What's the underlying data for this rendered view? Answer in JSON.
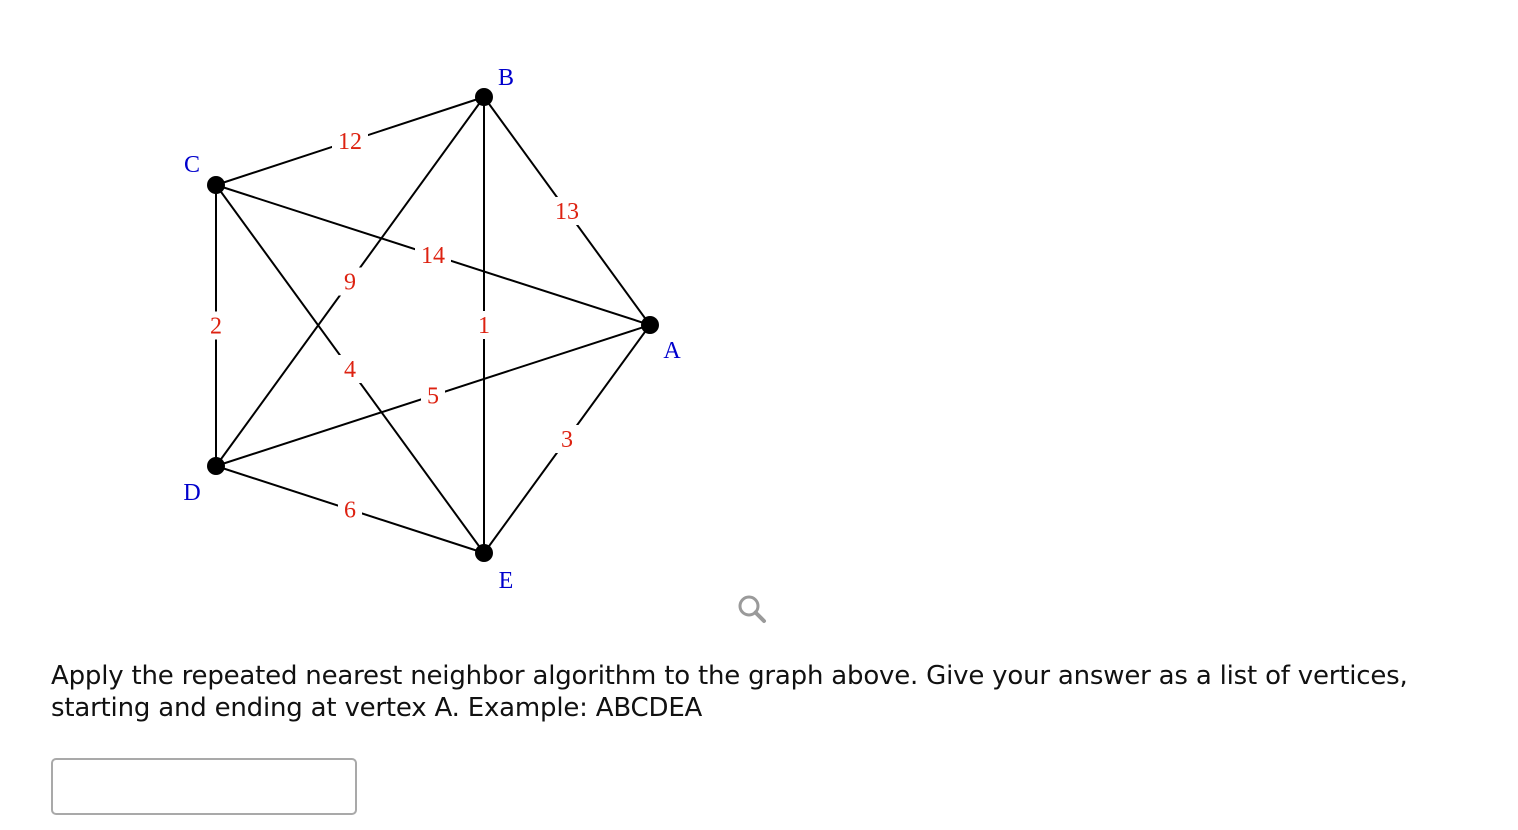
{
  "graph": {
    "vertices": [
      {
        "id": "A",
        "label": "A"
      },
      {
        "id": "B",
        "label": "B"
      },
      {
        "id": "C",
        "label": "C"
      },
      {
        "id": "D",
        "label": "D"
      },
      {
        "id": "E",
        "label": "E"
      }
    ],
    "edges": [
      {
        "from": "C",
        "to": "B",
        "weight": "12"
      },
      {
        "from": "B",
        "to": "A",
        "weight": "13"
      },
      {
        "from": "C",
        "to": "A",
        "weight": "14"
      },
      {
        "from": "B",
        "to": "D",
        "weight": "9"
      },
      {
        "from": "B",
        "to": "E",
        "weight": "1"
      },
      {
        "from": "C",
        "to": "D",
        "weight": "2"
      },
      {
        "from": "C",
        "to": "E",
        "weight": "4"
      },
      {
        "from": "D",
        "to": "A",
        "weight": "5"
      },
      {
        "from": "A",
        "to": "E",
        "weight": "3"
      },
      {
        "from": "D",
        "to": "E",
        "weight": "6"
      }
    ],
    "colors": {
      "edge": "#000000",
      "vertex": "#000000",
      "vertex_label": "#0000cc",
      "weight_label": "#dd2211"
    }
  },
  "zoom_icon": "magnifier-icon",
  "question": {
    "text": "Apply the repeated nearest neighbor algorithm to the graph above. Give your answer as a list of vertices, starting and ending at vertex A. Example: ABCDEA"
  },
  "answer": {
    "value": "",
    "placeholder": ""
  }
}
